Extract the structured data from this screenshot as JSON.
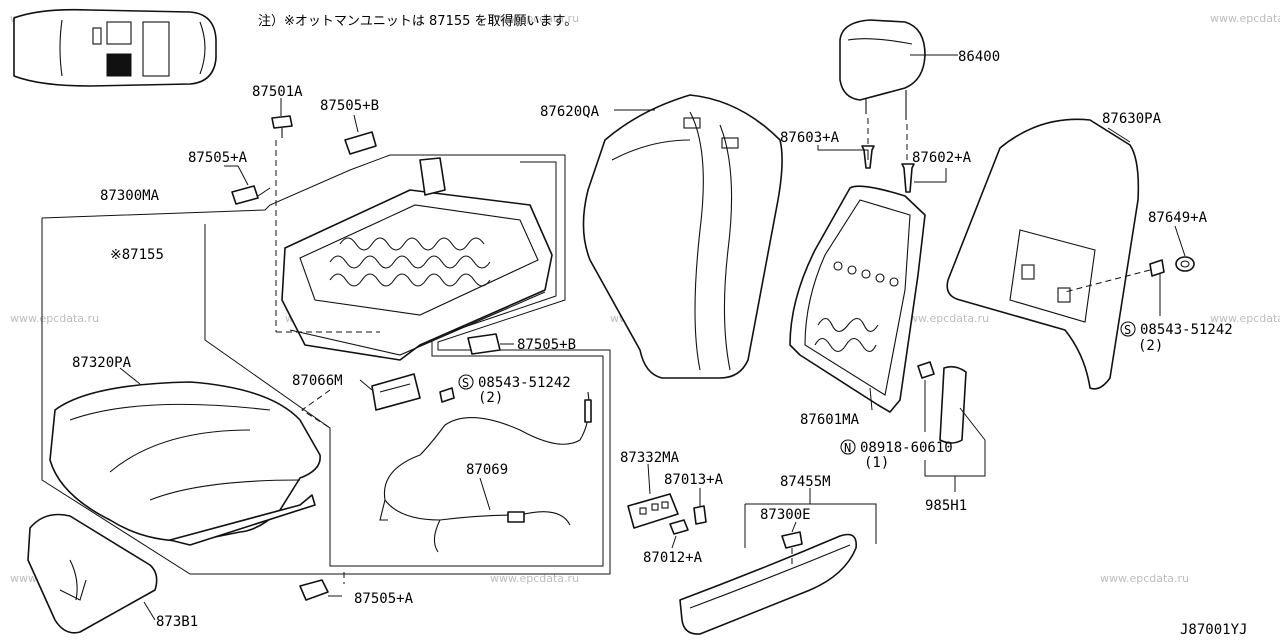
{
  "note": "注）※オットマンユニットは 87155 を取得願います。",
  "watermark": "www.epcdata.ru",
  "drawing_id": "J87001YJ",
  "labels": {
    "p87501A": "87501A",
    "p87505B_top": "87505+B",
    "p87505A_top": "87505+A",
    "p87300MA": "87300MA",
    "p87155": "※87155",
    "p87620QA": "87620QA",
    "p86400": "86400",
    "p87603A": "87603+A",
    "p87602A": "87602+A",
    "p87630PA": "87630PA",
    "p87649A": "87649+A",
    "s08543_right": "08543-51242",
    "s08543_right_qty": "(2)",
    "p87505B_mid": "87505+B",
    "p87320PA": "87320PA",
    "p87066M": "87066M",
    "s08543_mid": "08543-51242",
    "s08543_mid_qty": "(2)",
    "p87601MA": "87601MA",
    "n08918": "08918-60610",
    "n08918_qty": "(1)",
    "p87069": "87069",
    "p87332MA": "87332MA",
    "p87013A": "87013+A",
    "p87455M": "87455M",
    "p87300E": "87300E",
    "p985H1": "985H1",
    "p87012A": "87012+A",
    "p87505A_bot": "87505+A",
    "p873B1": "873B1",
    "sym_s": "S",
    "sym_n": "N"
  }
}
